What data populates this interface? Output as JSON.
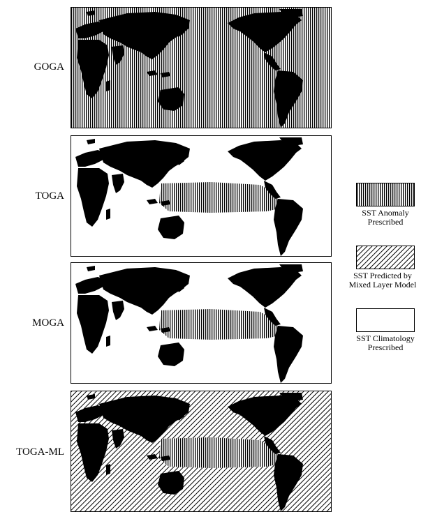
{
  "experiments": [
    {
      "label": "GOGA",
      "ocean_fill": "anomaly",
      "tropical_pacific_fill": "anomaly"
    },
    {
      "label": "TOGA",
      "ocean_fill": "climatology",
      "tropical_pacific_fill": "anomaly"
    },
    {
      "label": "MOGA",
      "ocean_fill": "climatology",
      "tropical_pacific_fill": "anomaly"
    },
    {
      "label": "TOGA-ML",
      "ocean_fill": "mixed_layer",
      "tropical_pacific_fill": "anomaly"
    }
  ],
  "legend": [
    {
      "key": "anomaly",
      "line1": "SST Anomaly",
      "line2": "Prescribed"
    },
    {
      "key": "mixed_layer",
      "line1": "SST Predicted by",
      "line2": "Mixed Layer Model"
    },
    {
      "key": "climatology",
      "line1": "SST Climatology",
      "line2": "Prescribed"
    }
  ],
  "colors": {
    "land": "#000000",
    "hatch": "#000000",
    "background": "#ffffff"
  }
}
